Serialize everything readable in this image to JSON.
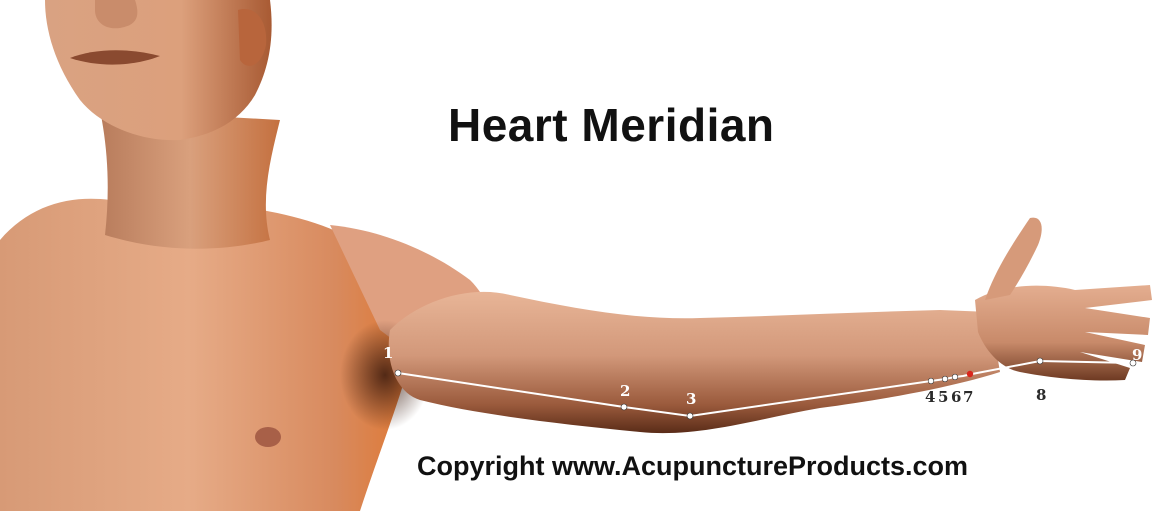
{
  "title": "Heart Meridian",
  "copyright": "Copyright www.AcupunctureProducts.com",
  "points": [
    {
      "label": "1"
    },
    {
      "label": "2"
    },
    {
      "label": "3"
    },
    {
      "label": "4"
    },
    {
      "label": "5"
    },
    {
      "label": "6"
    },
    {
      "label": "7"
    },
    {
      "label": "8"
    },
    {
      "label": "9"
    }
  ],
  "colors": {
    "skin_light": "#e7a884",
    "skin_mid": "#c97c55",
    "skin_orange": "#e0762e",
    "skin_shadow": "#4a2516",
    "meridian_line": "#ffffff",
    "point_red": "#d9261c",
    "text": "#111111"
  }
}
